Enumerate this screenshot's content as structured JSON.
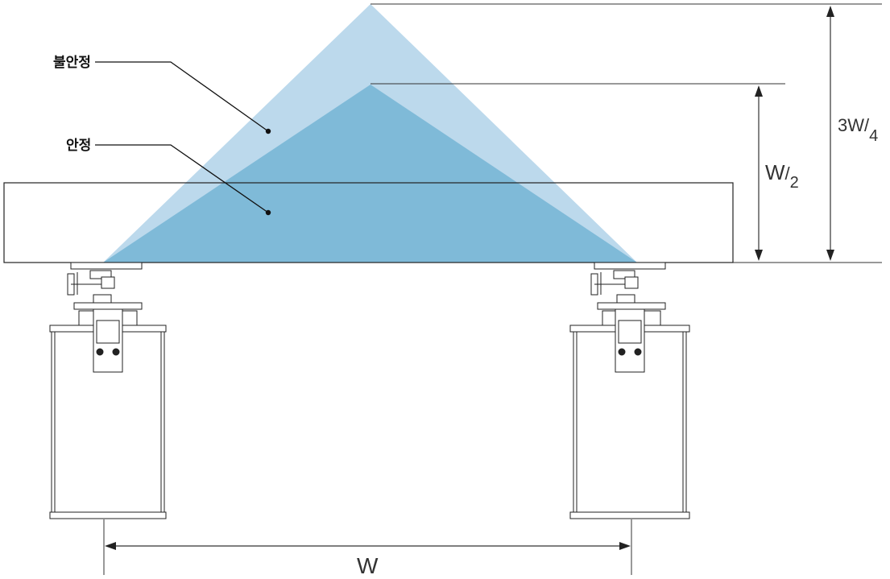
{
  "labels": {
    "unstable": "불안정",
    "stable": "안정"
  },
  "dimensions": {
    "half_width": {
      "main": "W",
      "sub": "2"
    },
    "three_quarter_width": {
      "main": "3W",
      "sub": "4"
    },
    "width": "W"
  },
  "colors": {
    "unstable_zone": "#bcd9ec",
    "stable_zone": "#7fbad8",
    "line": "#222222"
  }
}
